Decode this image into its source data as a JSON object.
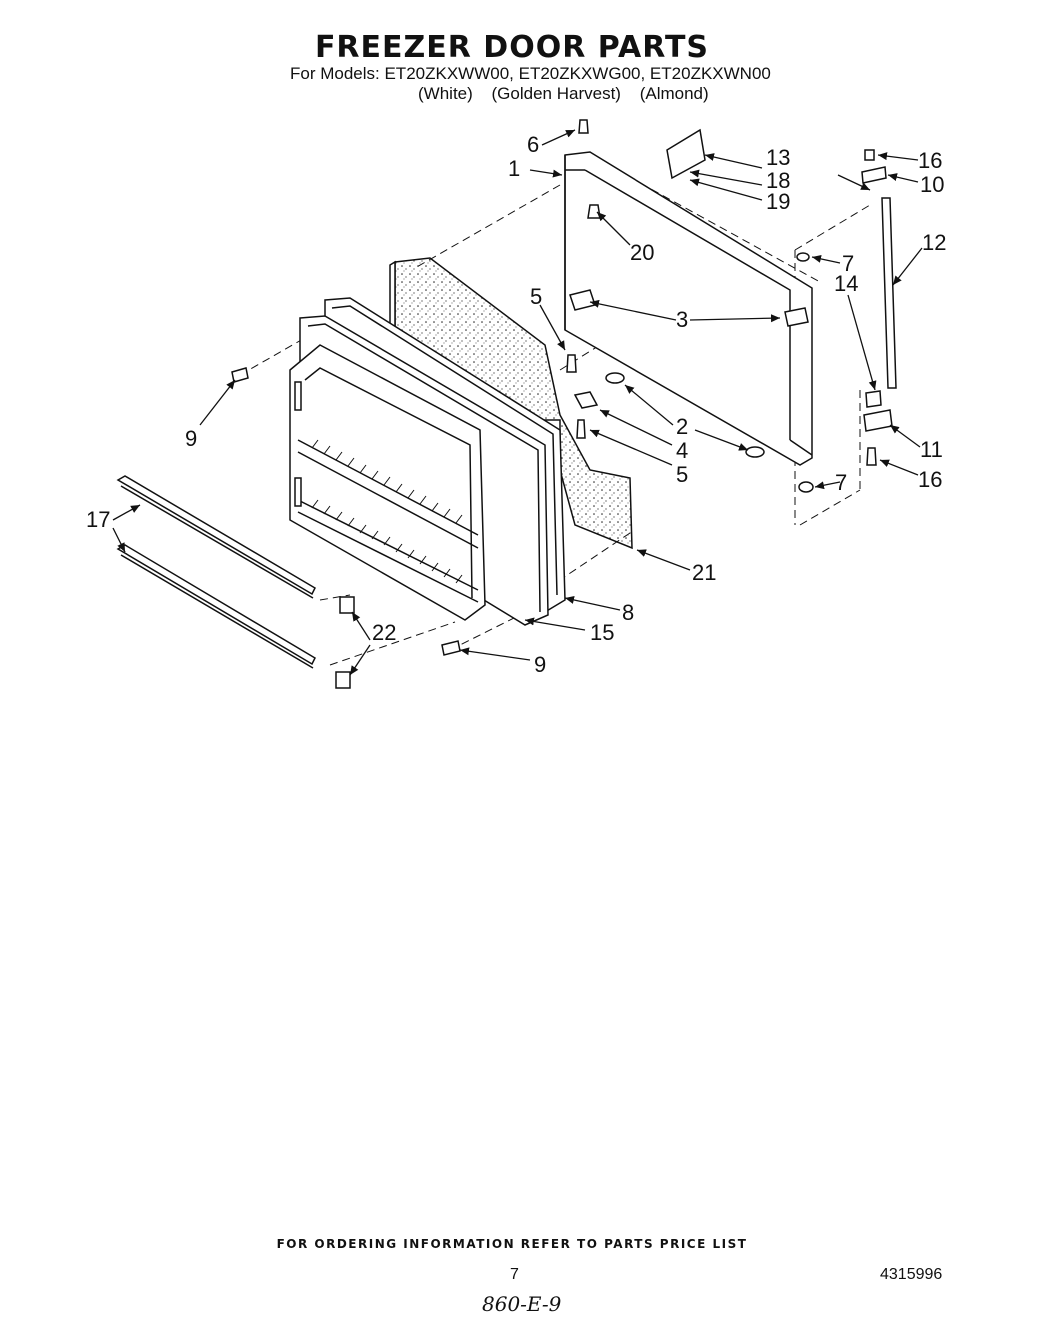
{
  "header": {
    "title": "FREEZER DOOR PARTS",
    "models_line": "For Models: ET20ZKXWW00, ET20ZKXWG00, ET20ZKXWN00",
    "colors": [
      "(White)",
      "(Golden Harvest)",
      "(Almond)"
    ]
  },
  "callouts": [
    {
      "id": "c1",
      "label": "1"
    },
    {
      "id": "c2a",
      "label": "2"
    },
    {
      "id": "c3",
      "label": "3"
    },
    {
      "id": "c4",
      "label": "4"
    },
    {
      "id": "c5a",
      "label": "5"
    },
    {
      "id": "c5b",
      "label": "5"
    },
    {
      "id": "c6",
      "label": "6"
    },
    {
      "id": "c7a",
      "label": "7"
    },
    {
      "id": "c7b",
      "label": "7"
    },
    {
      "id": "c8",
      "label": "8"
    },
    {
      "id": "c9a",
      "label": "9"
    },
    {
      "id": "c9b",
      "label": "9"
    },
    {
      "id": "c10",
      "label": "10"
    },
    {
      "id": "c11",
      "label": "11"
    },
    {
      "id": "c12",
      "label": "12"
    },
    {
      "id": "c13",
      "label": "13"
    },
    {
      "id": "c14",
      "label": "14"
    },
    {
      "id": "c15",
      "label": "15"
    },
    {
      "id": "c16a",
      "label": "16"
    },
    {
      "id": "c16b",
      "label": "16"
    },
    {
      "id": "c17",
      "label": "17"
    },
    {
      "id": "c18",
      "label": "18"
    },
    {
      "id": "c19",
      "label": "19"
    },
    {
      "id": "c20",
      "label": "20"
    },
    {
      "id": "c21",
      "label": "21"
    },
    {
      "id": "c22",
      "label": "22"
    }
  ],
  "footer": {
    "ordering_note": "FOR ORDERING INFORMATION REFER TO PARTS PRICE LIST",
    "page_number": "7",
    "document_number": "4315996",
    "handwritten_note": "860-E-9"
  }
}
